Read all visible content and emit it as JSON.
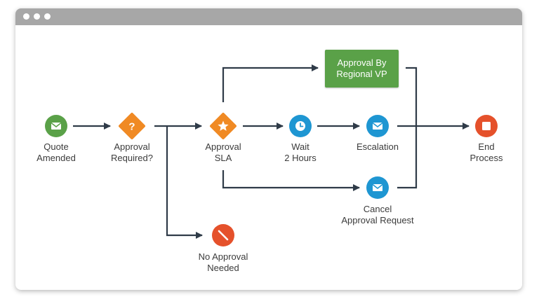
{
  "window": {
    "titlebar_dots": [
      "close",
      "minimize",
      "maximize"
    ]
  },
  "colors": {
    "titlebar": "#a7a7a7",
    "connector": "#2f3b48",
    "start_green": "#5aa148",
    "decision_orange": "#f08a24",
    "activity_blue": "#1e96d2",
    "end_red": "#e5512b",
    "box_green": "#5aa148"
  },
  "nodes": {
    "quote_amended": {
      "icon": "envelope-icon",
      "line1": "Quote",
      "line2": "Amended"
    },
    "approval_required": {
      "icon": "question-icon",
      "line1": "Approval",
      "line2": "Required?"
    },
    "approval_sla": {
      "icon": "star-icon",
      "line1": "Approval",
      "line2": "SLA"
    },
    "wait_2_hours": {
      "icon": "clock-icon",
      "line1": "Wait",
      "line2": "2 Hours"
    },
    "escalation": {
      "icon": "envelope-icon",
      "line1": "Escalation"
    },
    "approval_by_regional_vp": {
      "line1": "Approval By",
      "line2": "Regional VP"
    },
    "cancel_approval_request": {
      "icon": "envelope-icon",
      "line1": "Cancel",
      "line2": "Approval Request"
    },
    "no_approval_needed": {
      "icon": "no-entry-icon",
      "line1": "No Approval",
      "line2": "Needed"
    },
    "end_process": {
      "icon": "stop-icon",
      "line1": "End",
      "line2": "Process"
    }
  }
}
